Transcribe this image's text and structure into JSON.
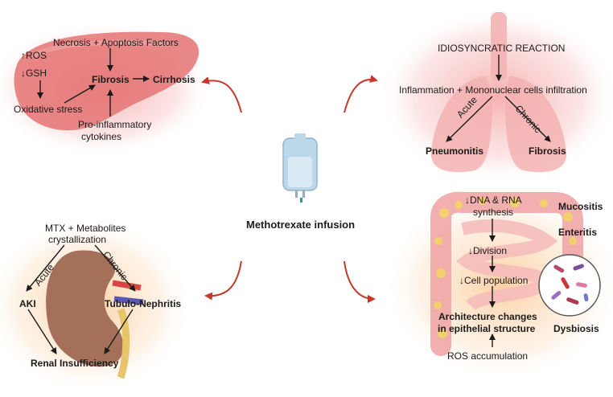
{
  "center": {
    "title": "Methotrexate infusion"
  },
  "liver": {
    "ros": "↑ROS",
    "gsh": "↓GSH",
    "necrosis": "Necrosis + Apoptosis Factors",
    "fibrosis": "Fibrosis",
    "cirrhosis": "Cirrhosis",
    "oxidative": "Oxidative stress",
    "proinflammatory_1": "Pro-inflammatory",
    "proinflammatory_2": "cytokines"
  },
  "lung": {
    "idiosyncratic": "IDIOSYNCRATIC REACTION",
    "inflammation": "Inflammation + Mononuclear cells infiltration",
    "acute": "Acute",
    "chronic": "Chronic",
    "pneumonitis": "Pneumonitis",
    "fibrosis": "Fibrosis"
  },
  "kidney": {
    "mtx_1": "MTX + Metabolites",
    "mtx_2": "crystallization",
    "acute": "Acute",
    "chronic": "Chronic",
    "aki": "AKI",
    "tubulo": "Tubulo-Nephritis",
    "renal": "Renal Insufficiency"
  },
  "intestine": {
    "dna_1": "↓DNA & RNA",
    "dna_2": "synthesis",
    "mucositis": "Mucositis",
    "enteritis": "Enteritis",
    "division": "↓Division",
    "cell_population": "↓Cell population",
    "architecture_1": "Architecture changes",
    "architecture_2": "in epithelial structure",
    "dysbiosis": "Dysbiosis",
    "ros_accum": "ROS accumulation"
  },
  "colors": {
    "arrow_red": "#c8372d",
    "glow_red": "#f5a3a3",
    "glow_orange": "#fbc48a",
    "liver": "#e57373",
    "lung": "#f3b2b2",
    "kidney": "#a5705a",
    "intestine": "#f0a6a6",
    "fat": "#f2d06b",
    "iv_bag": "#bcd7e8"
  }
}
